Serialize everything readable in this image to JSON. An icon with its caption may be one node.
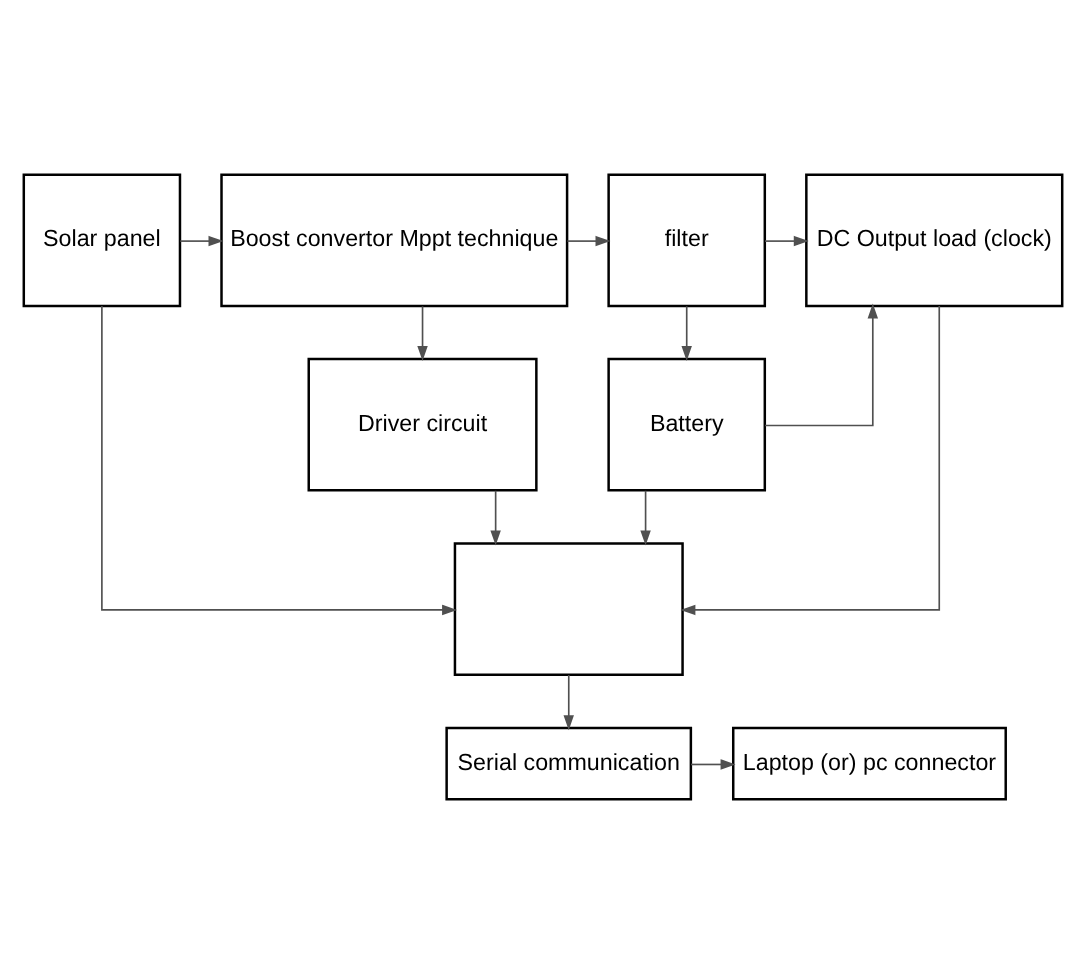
{
  "diagram": {
    "nodes": [
      {
        "text": [
          "Solar panel"
        ]
      },
      {
        "text": [
          "Boost convertor Mppt technique"
        ]
      },
      {
        "text": [
          "filter"
        ]
      },
      {
        "text": [
          "DC Output load (clock)"
        ]
      },
      {
        "text": [
          "Driver circuit"
        ]
      },
      {
        "text": [
          "Battery"
        ]
      },
      {
        "text": [],
        "shape": "box"
      },
      {
        "text": [
          "Serial communication"
        ]
      },
      {
        "text": [
          "Laptop (or) pc connector"
        ]
      }
    ],
    "edges": [
      {
        "from": 0,
        "to": 1,
        "arrow": "to"
      },
      {
        "from": 1,
        "to": 2,
        "arrow": "to"
      },
      {
        "from": 2,
        "to": 3,
        "arrow": "to"
      },
      {
        "from": 1,
        "to": 4,
        "arrow": "to"
      },
      {
        "from": 2,
        "to": 5,
        "arrow": "to"
      },
      {
        "from": 5,
        "to": 3,
        "arrow": "to"
      },
      {
        "from": 0,
        "to": 6,
        "arrow": "to"
      },
      {
        "from": 4,
        "to": 6,
        "arrow": "to"
      },
      {
        "from": 5,
        "to": 6,
        "arrow": "to"
      },
      {
        "from": 3,
        "to": 6,
        "arrow": "to"
      },
      {
        "from": 6,
        "to": 7,
        "arrow": "to"
      },
      {
        "from": 7,
        "to": 8,
        "arrow": "to"
      }
    ]
  }
}
